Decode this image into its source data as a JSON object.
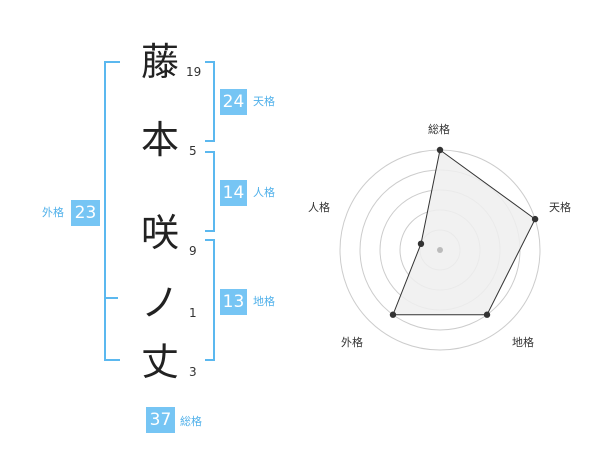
{
  "characters": [
    {
      "char": "藤",
      "strokes": "19"
    },
    {
      "char": "本",
      "strokes": "5"
    },
    {
      "char": "咲",
      "strokes": "9"
    },
    {
      "char": "ノ",
      "strokes": "1"
    },
    {
      "char": "丈",
      "strokes": "3"
    }
  ],
  "fortune": {
    "tenkaku": {
      "value": "24",
      "label": "天格"
    },
    "jinkaku": {
      "value": "14",
      "label": "人格"
    },
    "chikaku": {
      "value": "13",
      "label": "地格"
    },
    "gaikaku": {
      "value": "23",
      "label": "外格"
    },
    "soukaku": {
      "value": "37",
      "label": "総格"
    }
  },
  "radar": {
    "axes": [
      "総格",
      "天格",
      "地格",
      "外格",
      "人格"
    ],
    "levels": 5,
    "values": [
      5,
      5,
      4,
      4,
      1
    ],
    "colors": {
      "grid": "#cccccc",
      "fill": "#efefef",
      "line": "#333333",
      "point": "#333333",
      "center": "#bbbbbb"
    }
  }
}
